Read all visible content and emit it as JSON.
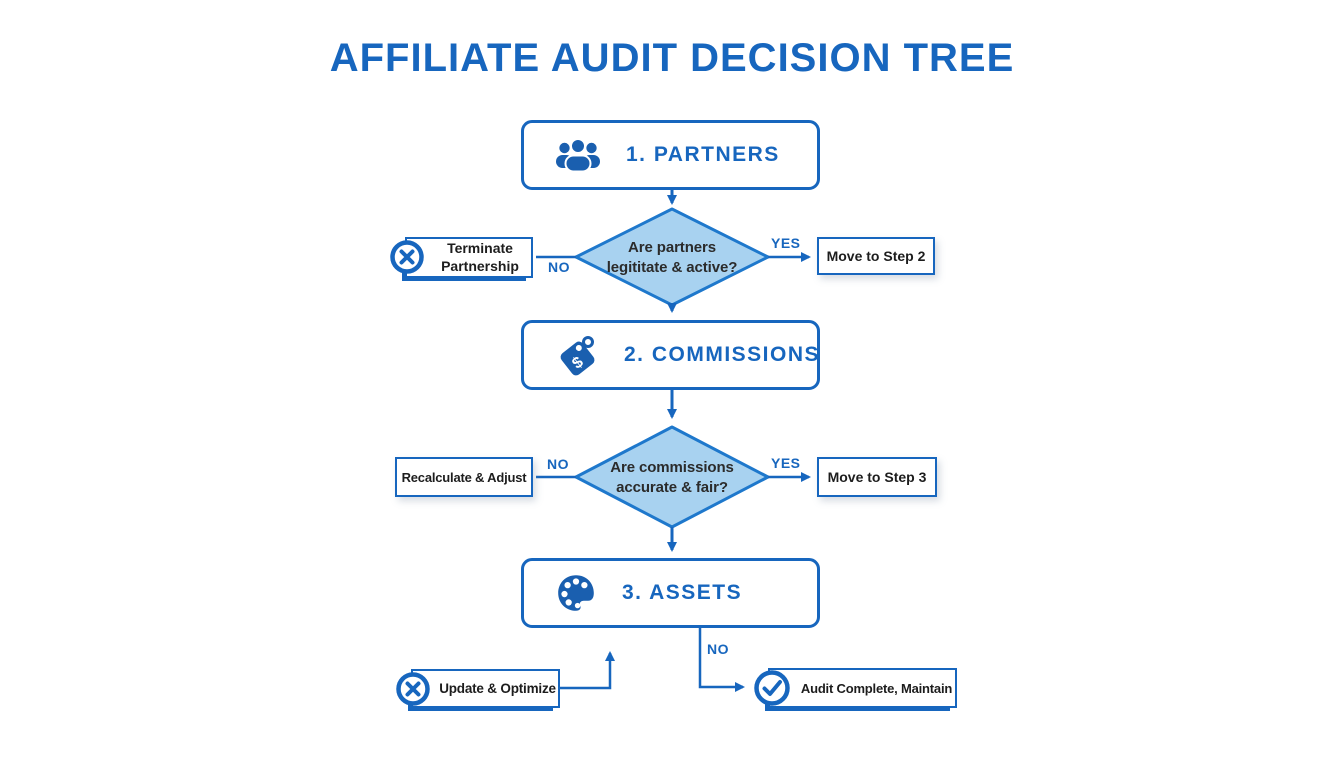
{
  "diagram": {
    "title": "AFFILIATE AUDIT DECISION TREE",
    "steps": [
      {
        "label": "1. PARTNERS",
        "icon": "people-icon"
      },
      {
        "label": "2. COMMISSIONS",
        "icon": "price-tag-icon"
      },
      {
        "label": "3. ASSETS",
        "icon": "palette-icon"
      }
    ],
    "decisions": [
      {
        "question_line1": "Are partners",
        "question_line2": "legititate & active?",
        "no_label": "NO",
        "yes_label": "YES",
        "no_action": "Terminate Partnership",
        "yes_action": "Move to Step 2"
      },
      {
        "question_line1": "Are commissions",
        "question_line2": "accurate & fair?",
        "no_label": "NO",
        "yes_label": "YES",
        "no_action": "Recalculate & Adjust",
        "yes_action": "Move to Step 3"
      }
    ],
    "final": {
      "no_label": "NO",
      "loop_action": "Update & Optimize",
      "complete_action": "Audit Complete, Maintain"
    },
    "icons": {
      "dollar_glyph": "$"
    },
    "colors": {
      "accent_blue": "#1766BE",
      "icon_blue": "#1A5FAF",
      "diamond_fill": "#A8D2F0",
      "diamond_stroke": "#1E78CC",
      "dark_text": "#2B2B2B"
    }
  }
}
